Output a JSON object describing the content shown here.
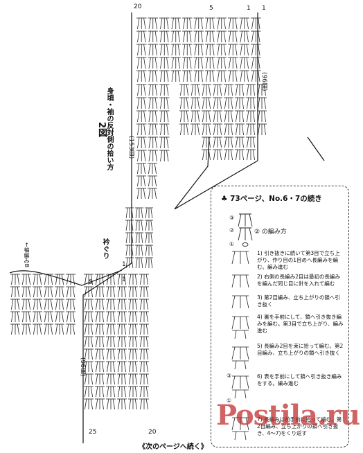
{
  "diagram": {
    "title_number": "2図",
    "title_sub": "身頃・袖の反対側の拾い方",
    "collar_label": "衿ぐり",
    "collar_side_label": "←袖編みB",
    "count_153": "(153目)",
    "count_96_top": "(96目)",
    "count_96_bottom": "(96目)",
    "row_labels": {
      "top_20": "20",
      "top_5": "5",
      "top_1a": "1",
      "top_1b": "1",
      "mid_1": "1",
      "mid_5": "5",
      "mid_1b": "1",
      "bottom_25": "25",
      "bottom_20": "20"
    }
  },
  "instructions": {
    "title": "♣ 73ページ、No.6・7の続き",
    "legend_label": "② の編み方",
    "legend_nums": [
      "③",
      "②",
      "①"
    ],
    "steps": [
      "1) 引き抜きに続いて第3目で立ち上がり、作り目の1目めへ長編みを編む。編み進む",
      "2) 右側の長編み2目は最初の長編みを編んだ同じ目に針を入れて編む",
      "3) 第2目編み、立ち上がりの鎖へ引き抜く",
      "4) 裏を手前にして、鎖へ引き抜き編みを編む。第3目で立ち上がり、編み進む",
      "5) 長編み2目を束に拾って編む。第2目編み、立ち上がりの鎖へ引き抜く",
      "6) 表を手前にして鎖へ引き抜き編みをする。編み進む",
      "7) 長編みは前手前に拾って編む。第2目編み、立ち上がりの鎖へ引き抜き、4〜7)をくり返す"
    ],
    "step_side_nums": [
      "③",
      "①"
    ]
  },
  "footer": "《次のページへ続く》",
  "watermark": "Postila.ru"
}
